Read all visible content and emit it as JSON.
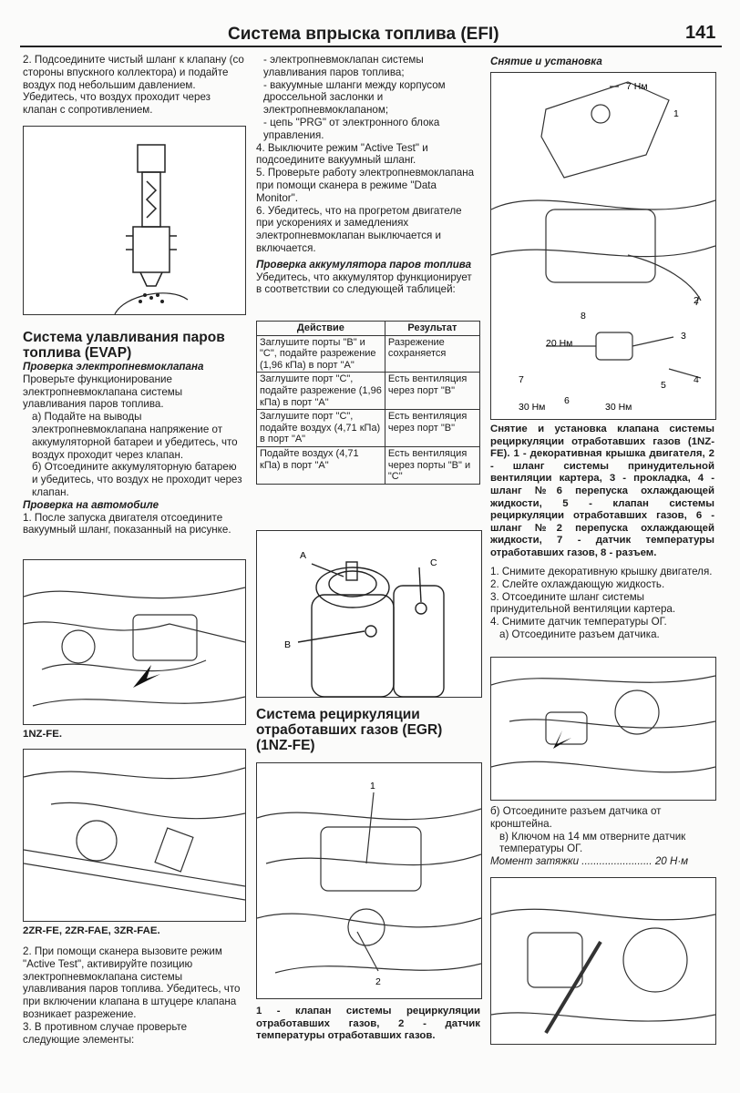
{
  "header": {
    "title": "Система впрыска топлива (EFI)",
    "page_number": "141"
  },
  "left": {
    "intro": "2. Подсоедините чистый шланг к клапану (со стороны впускного коллектора) и подайте воздух под небольшим давлением. Убедитесь, что воздух проходит через клапан с сопротивлением.",
    "evap_title": "Система улавливания паров топлива (EVAP)",
    "sub1": "Проверка электропневмоклапана",
    "p1": "Проверьте функционирование электропневмоклапана системы улавливания паров топлива.",
    "p1a": "а) Подайте на выводы электропневмоклапана напряжение от аккумуляторной батареи и убедитесь, что воздух проходит через клапан.",
    "p1b": "б) Отсоедините аккумуляторную батарею и убедитесь, что воздух не проходит через клапан.",
    "sub2": "Проверка на автомобиле",
    "p2": "1. После запуска двигателя отсоедините вакуумный шланг, показанный на рисунке.",
    "fig1_label": "1NZ-FE.",
    "fig2_label": "2ZR-FE, 2ZR-FAE, 3ZR-FAE.",
    "p3": "2. При помощи сканера вызовите режим \"Active Test\", активируйте позицию электропневмоклапана системы улавливания паров топлива. Убедитесь, что при включении клапана в штуцере клапана возникает разрежение.",
    "p4": "3. В противном случае проверьте следующие элементы:"
  },
  "middle": {
    "b1": "- электропневмоклапан системы улавливания паров топлива;",
    "b2": "- вакуумные шланги между корпусом дроссельной заслонки и электропневмоклапаном;",
    "b3": "- цепь \"PRG\" от электронного блока управления.",
    "p4": "4. Выключите режим \"Active Test\" и подсоедините вакуумный шланг.",
    "p5": "5. Проверьте работу электропневмоклапана при помощи сканера в режиме \"Data Monitor\".",
    "p6": "6. Убедитесь, что на прогретом двигателе при ускорениях и замедлениях электропневмоклапан выключается и включается.",
    "sub3": "Проверка аккумулятора паров топлива",
    "p7": "Убедитесь, что аккумулятор функционирует в соответствии со следующей таблицей:",
    "table": {
      "headers": [
        "Действие",
        "Результат"
      ],
      "rows": [
        [
          "Заглушите порты \"B\" и \"C\", подайте разрежение (1,96 кПа) в порт \"A\"",
          "Разрежение сохраняется"
        ],
        [
          "Заглушите порт \"C\", подайте разрежение (1,96 кПа) в порт \"A\"",
          "Есть вентиляция через порт \"B\""
        ],
        [
          "Заглушите порт \"C\", подайте воздух (4,71 кПа) в порт \"A\"",
          "Есть вентиляция через порт \"B\""
        ],
        [
          "Подайте воздух (4,71 кПа) в порт \"A\"",
          "Есть вентиляция через порты \"B\" и \"C\""
        ]
      ]
    },
    "canister_labels": [
      "A",
      "B",
      "C"
    ],
    "egr_title": "Система рециркуляции отработавших газов (EGR) (1NZ-FE)",
    "egr_fig_labels": [
      "1",
      "2"
    ],
    "egr_caption": "1 - клапан системы рециркуляции отработавших газов, 2 - датчик температуры отработавших газов."
  },
  "right": {
    "sub": "Снятие и установка",
    "fig_labels": {
      "torque_top": "7 Нм",
      "n1": "1",
      "n2": "2",
      "n3": "3",
      "n4": "4",
      "n5": "5",
      "n6": "6",
      "n7": "7",
      "n8": "8",
      "t20": "20 Нм",
      "t30a": "30 Нм",
      "t30b": "30 Нм"
    },
    "caption": "Снятие и установка клапана системы рециркуляции отработавших газов (1NZ-FE). 1 - декоративная крышка двигателя, 2 - шланг системы принудительной вентиляции картера, 3 - прокладка, 4 - шланг №6 перепуска охлаждающей жидкости, 5 - клапан системы рециркуляции отработавших газов, 6 - шланг №2 перепуска охлаждающей жидкости, 7 - датчик температуры отработавших газов, 8 - разъем.",
    "s1": "1. Снимите декоративную крышку двигателя.",
    "s2": "2. Слейте охлаждающую жидкость.",
    "s3": "3. Отсоедините шланг системы принудительной вентиляции картера.",
    "s4": "4. Снимите датчик температуры ОГ.",
    "s4a": "а) Отсоедините разъем датчика.",
    "s4b": "б) Отсоедините разъем датчика от кронштейна.",
    "s4c": "в) Ключом на 14 мм отверните датчик температуры ОГ.",
    "torque": "Момент затяжки ........................ 20 Н·м"
  }
}
